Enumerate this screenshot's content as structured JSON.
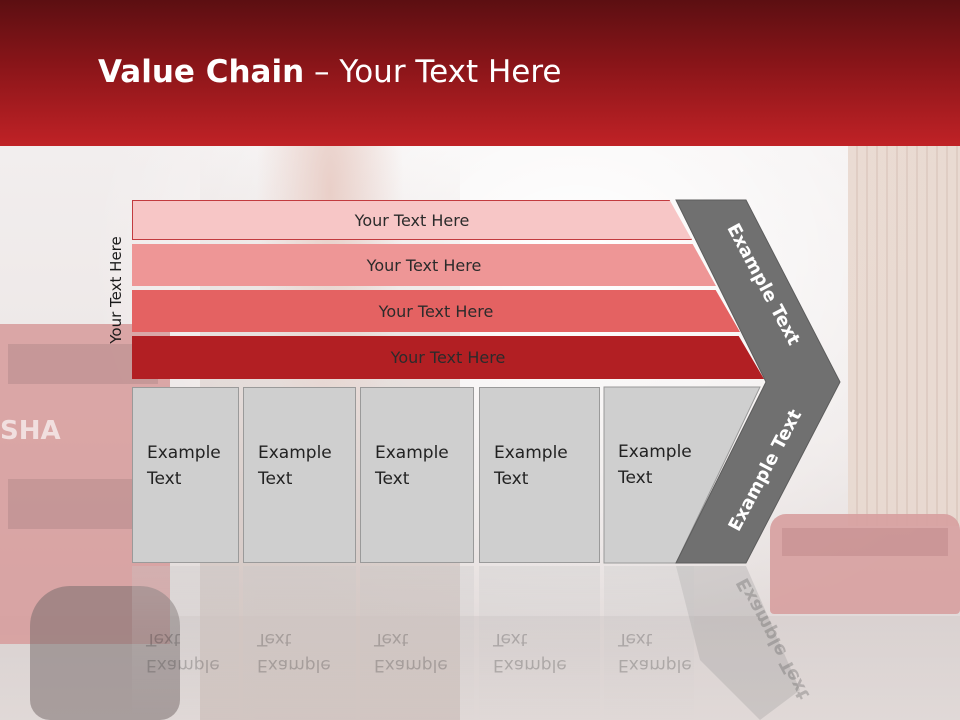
{
  "title": {
    "bold": "Value Chain",
    "rest": " – Your Text Here"
  },
  "side_label": "Your Text Here",
  "bars": [
    {
      "label": "Your Text Here",
      "color": "#f7c6c6"
    },
    {
      "label": "Your Text Here",
      "color": "#ee9696"
    },
    {
      "label": "Your Text Here",
      "color": "#e46262"
    },
    {
      "label": "Your Text Here",
      "color": "#b21f23"
    }
  ],
  "boxes": [
    {
      "text": "Example\nText"
    },
    {
      "text": "Example\nText"
    },
    {
      "text": "Example\nText"
    },
    {
      "text": "Example\nText"
    },
    {
      "text": "Example\nText"
    }
  ],
  "chevron": {
    "top_label": "Example Text",
    "bottom_label": "Example Text",
    "color": "#707070"
  },
  "background": {
    "bus_sign": "SHA"
  },
  "colors": {
    "header": "#a81b1f",
    "box_fill": "#cfcfcf"
  }
}
